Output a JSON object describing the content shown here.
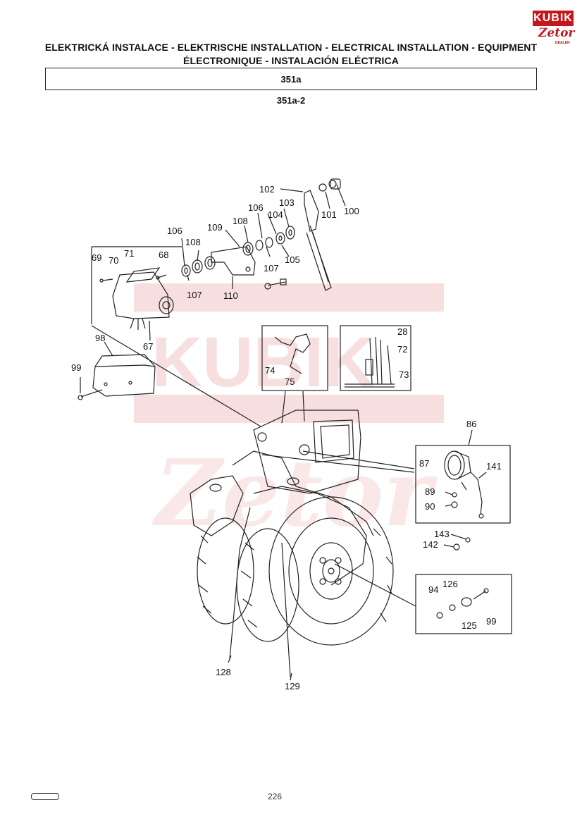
{
  "header": {
    "title_line1": "ELEKTRICKÁ INSTALACE - ELEKTRISCHE INSTALLATION - ELECTRICAL INSTALLATION - EQUIPMENT",
    "title_line2": "ÉLECTRONIQUE - INSTALACIÓN ELÉCTRICA",
    "section": "351a",
    "subsection": "351a-2"
  },
  "logo": {
    "brand": "KUBIK",
    "sub": "Zetor",
    "dealer": "DEALER",
    "color": "#c4171d"
  },
  "watermark": {
    "text": "KUBIK",
    "color": "#f3c6c6"
  },
  "callouts": [
    "102",
    "101",
    "100",
    "103",
    "106",
    "104",
    "109",
    "108",
    "106",
    "108",
    "105",
    "107",
    "69",
    "70",
    "71",
    "68",
    "107",
    "110",
    "67",
    "98",
    "99",
    "74",
    "75",
    "28",
    "72",
    "73",
    "86",
    "87",
    "141",
    "89",
    "90",
    "143",
    "142",
    "94",
    "126",
    "99",
    "125",
    "128",
    "129"
  ],
  "footer": {
    "page": "226"
  }
}
